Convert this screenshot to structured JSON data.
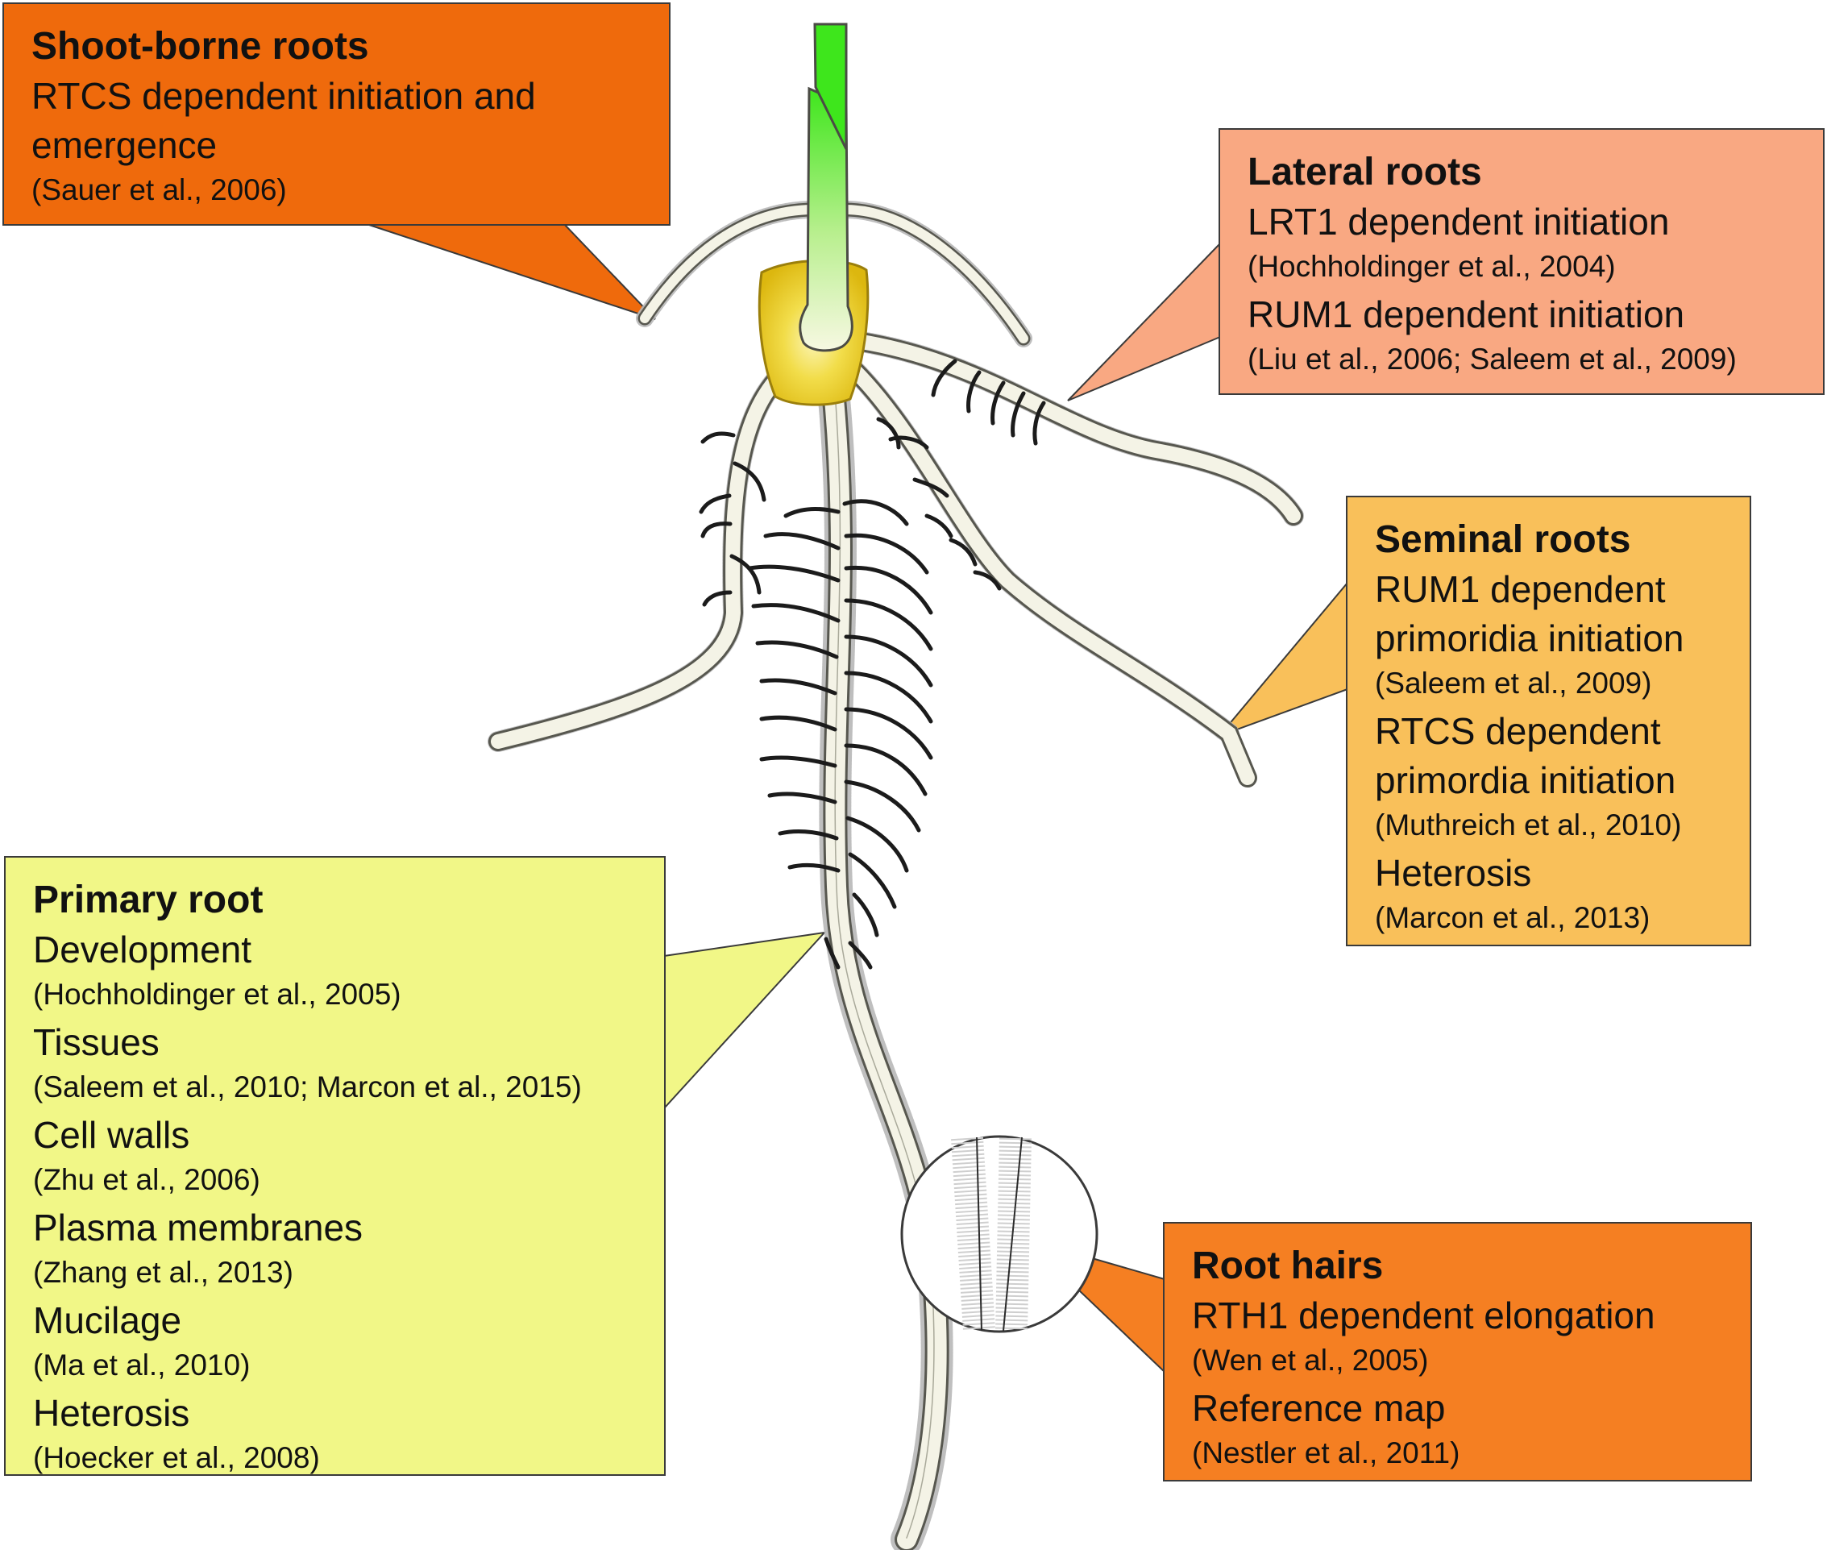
{
  "colors": {
    "shoot_borne": "#ef6a0c",
    "lateral": "#f9a882",
    "seminal": "#f9c05a",
    "primary": "#f1f787",
    "root_hairs": "#f57f22",
    "shoot": "#3ee61c",
    "seed": "#e9c611",
    "root_fill": "#f4f3e6",
    "root_outline": "#57574f",
    "lateral_root_dark": "#1b1b1b"
  },
  "boxes": {
    "shoot_borne": {
      "title": "Shoot-borne roots",
      "line_1": "RTCS dependent initiation and",
      "line_2": "emergence",
      "cite_1": "(Sauer et al., 2006)"
    },
    "lateral": {
      "title": "Lateral roots",
      "line_1": "LRT1 dependent initiation",
      "cite_1": "(Hochholdinger et al., 2004)",
      "line_2": "RUM1 dependent initiation",
      "cite_2": "(Liu et al., 2006; Saleem et al., 2009)"
    },
    "seminal": {
      "title": "Seminal roots",
      "line_1": "RUM1 dependent",
      "line_2": "primoridia initiation",
      "cite_1": "(Saleem et al., 2009)",
      "line_3": "RTCS dependent",
      "line_4": "primordia initiation",
      "cite_2": "(Muthreich et al., 2010)",
      "line_5": "Heterosis",
      "cite_3": "(Marcon et al., 2013)"
    },
    "primary": {
      "title": "Primary root",
      "line_1": "Development",
      "cite_1": "(Hochholdinger et al., 2005)",
      "line_2": "Tissues",
      "cite_2": "(Saleem et al., 2010; Marcon et al., 2015)",
      "line_3": "Cell walls",
      "cite_3": "(Zhu et al., 2006)",
      "line_4": "Plasma membranes",
      "cite_4": "(Zhang et al., 2013)",
      "line_5": "Mucilage",
      "cite_5": "(Ma et al., 2010)",
      "line_6": "Heterosis",
      "cite_6": "(Hoecker et al., 2008)"
    },
    "root_hairs": {
      "title": "Root hairs",
      "line_1": "RTH1 dependent elongation",
      "cite_1": "(Wen et al., 2005)",
      "line_2": "Reference map",
      "cite_2": "(Nestler et al., 2011)"
    }
  }
}
